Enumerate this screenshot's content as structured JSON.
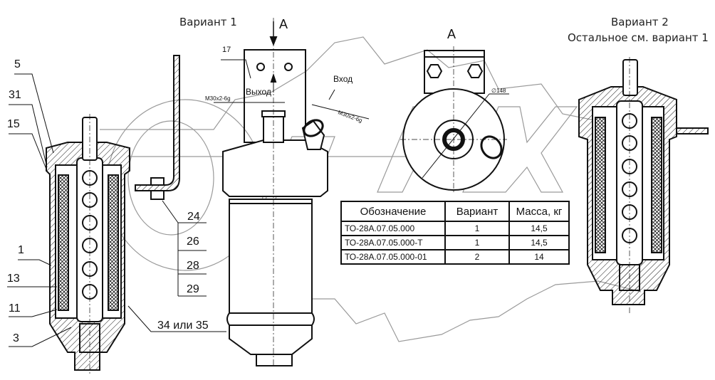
{
  "titles": {
    "variant1": "Вариант 1",
    "variant2_line1": "Вариант 2",
    "variant2_line2": "Остальное см. вариант 1",
    "view_a_arrow": "А",
    "view_a": "А"
  },
  "annotations": {
    "outlet": "Выход",
    "inlet": "Вход",
    "thread_outlet": "M30x2-6g",
    "thread_inlet": "M30x2-6g",
    "diameter": "∅148",
    "callout_17": "17"
  },
  "part_callouts_left": [
    "5",
    "31",
    "15",
    "1",
    "13",
    "11",
    "3"
  ],
  "part_callouts_stack": [
    "24",
    "26",
    "28",
    "29"
  ],
  "part_callout_bottom": "34 или 35",
  "spec_table": {
    "headers": [
      "Обозначение",
      "Вариант",
      "Масса, кг"
    ],
    "rows": [
      [
        "ТО-28А.07.05.000",
        "1",
        "14,5"
      ],
      [
        "ТО-28А.07.05.000-Т",
        "1",
        "14,5"
      ],
      [
        "ТО-28А.07.05.000-01",
        "2",
        "14"
      ]
    ]
  },
  "watermark": "OPEX",
  "colors": {
    "line": "#111111",
    "watermark": "#9a9a9a",
    "background": "#ffffff"
  }
}
